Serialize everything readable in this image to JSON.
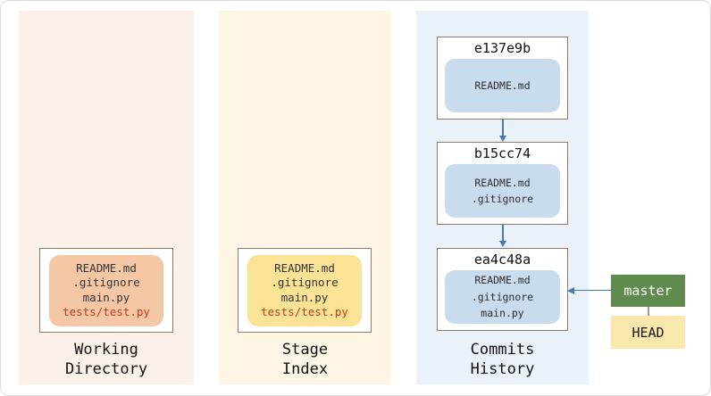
{
  "working_directory": {
    "label": "Working\nDirectory",
    "files": [
      "README.md",
      ".gitignore",
      "main.py",
      "tests/test.py"
    ]
  },
  "stage_index": {
    "label": "Stage\nIndex",
    "files": [
      "README.md",
      ".gitignore",
      "main.py",
      "tests/test.py"
    ]
  },
  "commits_history": {
    "label": "Commits\nHistory",
    "commits": [
      {
        "hash": "e137e9b",
        "files": [
          "README.md"
        ]
      },
      {
        "hash": "b15cc74",
        "files": [
          "README.md",
          ".gitignore"
        ]
      },
      {
        "hash": "ea4c48a",
        "files": [
          "README.md",
          ".gitignore",
          "main.py"
        ]
      }
    ]
  },
  "refs": {
    "branch": "master",
    "head": "HEAD"
  },
  "colors": {
    "working_panel_bg": "#fcf1e8",
    "stage_panel_bg": "#fdf6e4",
    "commits_panel_bg": "#eaf1f9",
    "working_chip_fill": "#f5c7a5",
    "stage_chip_fill": "#fbe396",
    "commit_chip_fill": "#c8dcee",
    "branch_fill": "#5f8b4e",
    "head_fill": "#fae7ac",
    "box_border": "#8a7c68",
    "arrow": "#4a77ad",
    "untracked_text": "#c43b1e"
  }
}
